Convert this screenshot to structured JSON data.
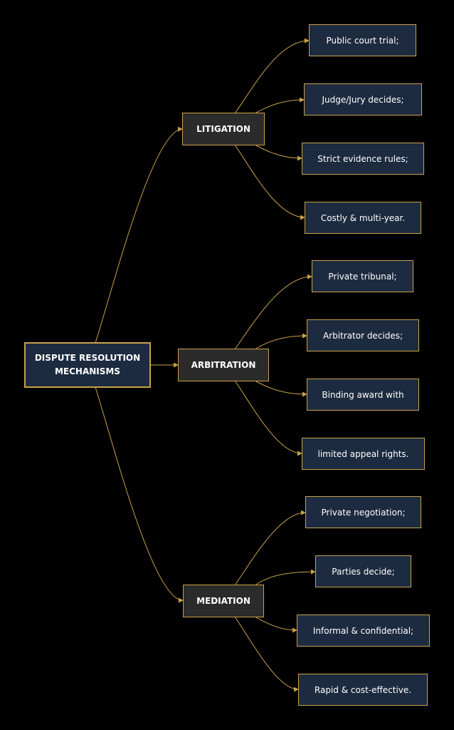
{
  "colors": {
    "background": "#000000",
    "root_fill": "#1d2b40",
    "category_fill": "#2b2b2b",
    "leaf_fill": "#1d2b40",
    "border": "#c8a24a",
    "edge": "#c8a24a",
    "text": "#ffffff"
  },
  "root": {
    "line1": "DISPUTE RESOLUTION",
    "line2": "MECHANISMS"
  },
  "categories": [
    {
      "label": "LITIGATION",
      "items": [
        "Public court trial;",
        "Judge/Jury decides;",
        "Strict evidence rules;",
        "Costly & multi-year."
      ]
    },
    {
      "label": "ARBITRATION",
      "items": [
        "Private tribunal;",
        "Arbitrator decides;",
        "Binding award with",
        "limited appeal rights."
      ]
    },
    {
      "label": "MEDIATION",
      "items": [
        "Private negotiation;",
        "Parties decide;",
        "Informal & confidential;",
        "Rapid & cost-effective."
      ]
    }
  ]
}
